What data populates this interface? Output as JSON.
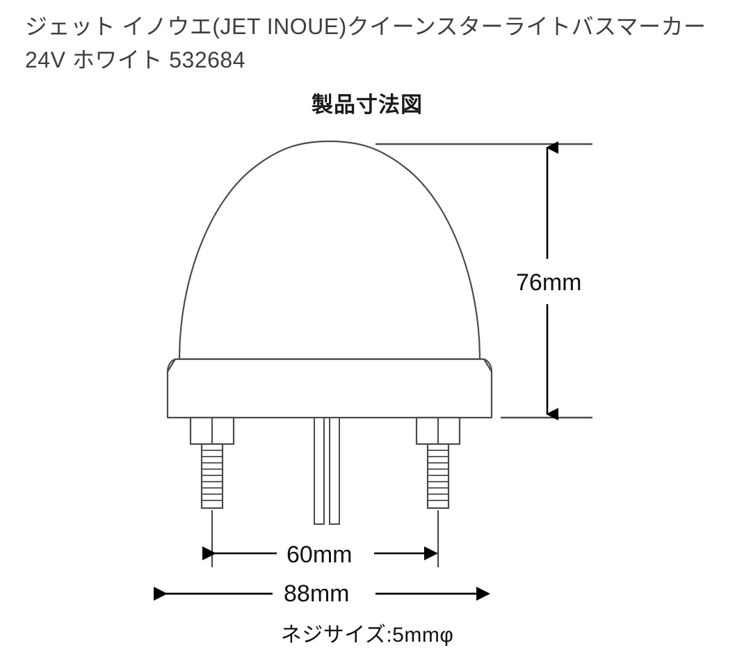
{
  "page": {
    "background_color": "#ffffff",
    "line_color": "#4a4a4a",
    "arrow_color": "#000000",
    "text_color": "#3e3e3e"
  },
  "product": {
    "title": "ジェット イノウエ(JET INOUE)クイーンスターライトバスマーカー 24V ホワイト 532684",
    "brand": "ジェット イノウエ(JET INOUE)",
    "brand_romaji": "JET INOUE",
    "product_name": "クイーンスターライトバスマーカー",
    "voltage": "24V",
    "color": "ホワイト",
    "model_number": "532684"
  },
  "diagram": {
    "heading": "製品寸法図",
    "note": "ネジサイズ:5mmφ",
    "dimensions": {
      "height": "76mm",
      "stud_spacing": "60mm",
      "base_width": "88mm",
      "screw_diameter": "5mmφ"
    }
  },
  "chart_data": {
    "type": "diagram",
    "title": "製品寸法図",
    "subject": "クイーンスターライトバスマーカー 532684",
    "view": "front elevation / 正面図",
    "units": "mm",
    "measurements": [
      {
        "name": "height",
        "label": "76mm",
        "value": 76,
        "unit": "mm",
        "orientation": "vertical",
        "from": "top of dome",
        "to": "bottom of base flange"
      },
      {
        "name": "stud_spacing",
        "label": "60mm",
        "value": 60,
        "unit": "mm",
        "orientation": "horizontal",
        "from": "left mounting stud centre",
        "to": "right mounting stud centre"
      },
      {
        "name": "base_width",
        "label": "88mm",
        "value": 88,
        "unit": "mm",
        "orientation": "horizontal",
        "from": "left edge of base",
        "to": "right edge of base"
      },
      {
        "name": "screw_diameter",
        "label": "ネジサイズ:5mmφ",
        "value": 5,
        "unit": "mmφ",
        "orientation": "note"
      }
    ],
    "parts": [
      {
        "name": "lens-dome",
        "description": "bullet / dome shaped lens"
      },
      {
        "name": "base-housing",
        "description": "chamfered rectangular base housing"
      },
      {
        "name": "mounting-stud-left",
        "description": "threaded mounting stud with collar"
      },
      {
        "name": "mounting-stud-right",
        "description": "threaded mounting stud with collar"
      },
      {
        "name": "wire-pair",
        "description": "two lead wires exiting base centre"
      }
    ]
  }
}
